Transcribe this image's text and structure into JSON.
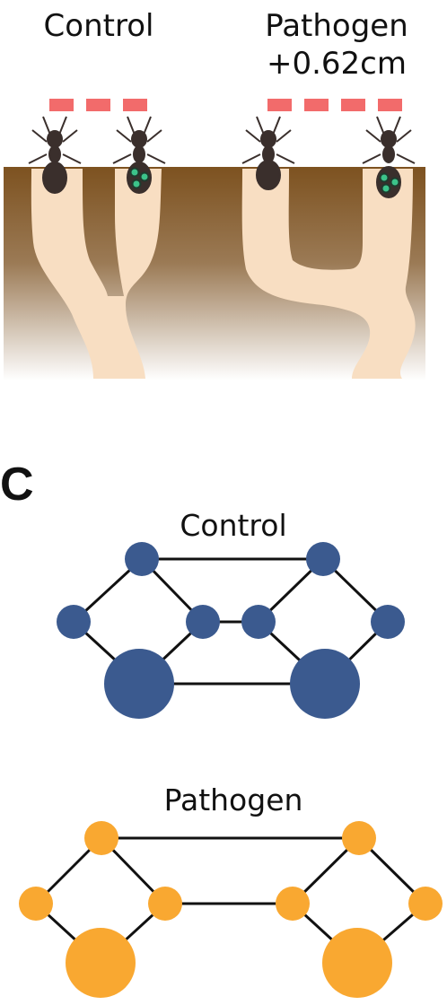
{
  "panel_b": {
    "control_label": "Control",
    "pathogen_label": "Pathogen",
    "pathogen_delta": "+0.62cm"
  },
  "panel_c": {
    "letter": "C",
    "control_title": "Control",
    "pathogen_title": "Pathogen"
  },
  "colors": {
    "soil_top": "#8B5E2B",
    "tunnel": "#F8DEC2",
    "dash": "#F26B6B",
    "ant": "#3A2F2C",
    "spore": "#3CC38A",
    "control_node": "#3B5A8F",
    "pathogen_node": "#F9A831"
  }
}
